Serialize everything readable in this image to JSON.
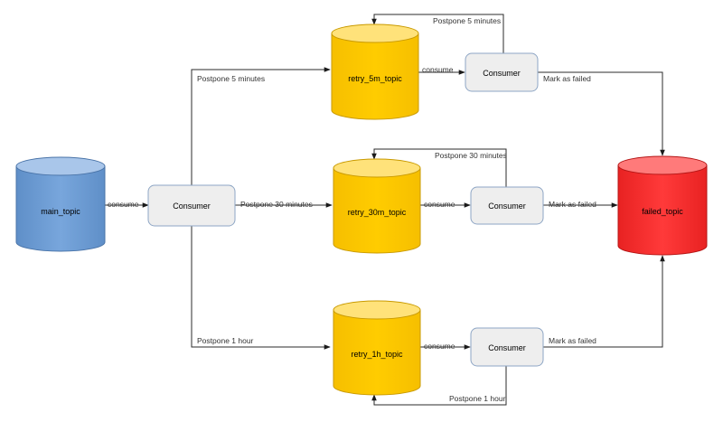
{
  "diagram": {
    "nodes": {
      "main_topic": {
        "label": "main_topic",
        "color": "#6d9fd6"
      },
      "consumer_main": {
        "label": "Consumer"
      },
      "retry_5m_topic": {
        "label": "retry_5m_topic",
        "color": "#ffc800"
      },
      "consumer_5m": {
        "label": "Consumer"
      },
      "retry_30m_topic": {
        "label": "retry_30m_topic",
        "color": "#ffc800"
      },
      "consumer_30m": {
        "label": "Consumer"
      },
      "retry_1h_topic": {
        "label": "retry_1h_topic",
        "color": "#ffc800"
      },
      "consumer_1h": {
        "label": "Consumer"
      },
      "failed_topic": {
        "label": "failed_topic",
        "color": "#f22b2b"
      }
    },
    "edges": {
      "main_consume": "consume",
      "postpone_5_branch": "Postpone 5 minutes",
      "postpone_30_branch": "Postpone 30 minutes",
      "postpone_1h_branch": "Postpone 1 hour",
      "consume_5m": "consume",
      "consume_30m": "consume",
      "consume_1h": "consume",
      "loop_5m": "Postpone 5 minutes",
      "loop_30m": "Postpone 30 minutes",
      "loop_1h": "Postpone 1 hour",
      "failed_5m": "Mark as failed",
      "failed_30m": "Mark as failed",
      "failed_1h": "Mark as failed"
    }
  }
}
